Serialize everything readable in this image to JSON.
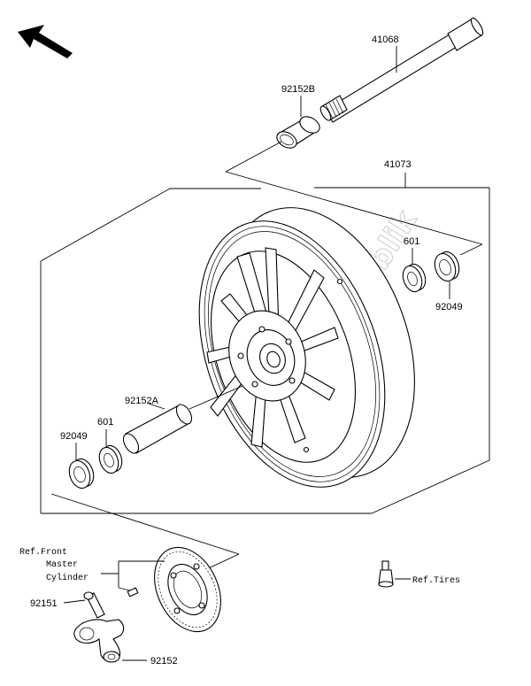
{
  "watermark": "PartsRepublik",
  "labels": {
    "axle": "41068",
    "collar_b": "92152B",
    "wheel": "41073",
    "bearing_right": "601",
    "seal_right": "92049",
    "collar_a": "92152A",
    "bearing_left": "601",
    "seal_left": "92049",
    "bolt": "92151",
    "bracket_collar": "92152"
  },
  "refs": {
    "master_cylinder": [
      "Ref.Front",
      "Master",
      "Cylinder"
    ],
    "tires": "Ref.Tires"
  },
  "icons": {
    "direction": "front-direction-arrow-icon"
  }
}
